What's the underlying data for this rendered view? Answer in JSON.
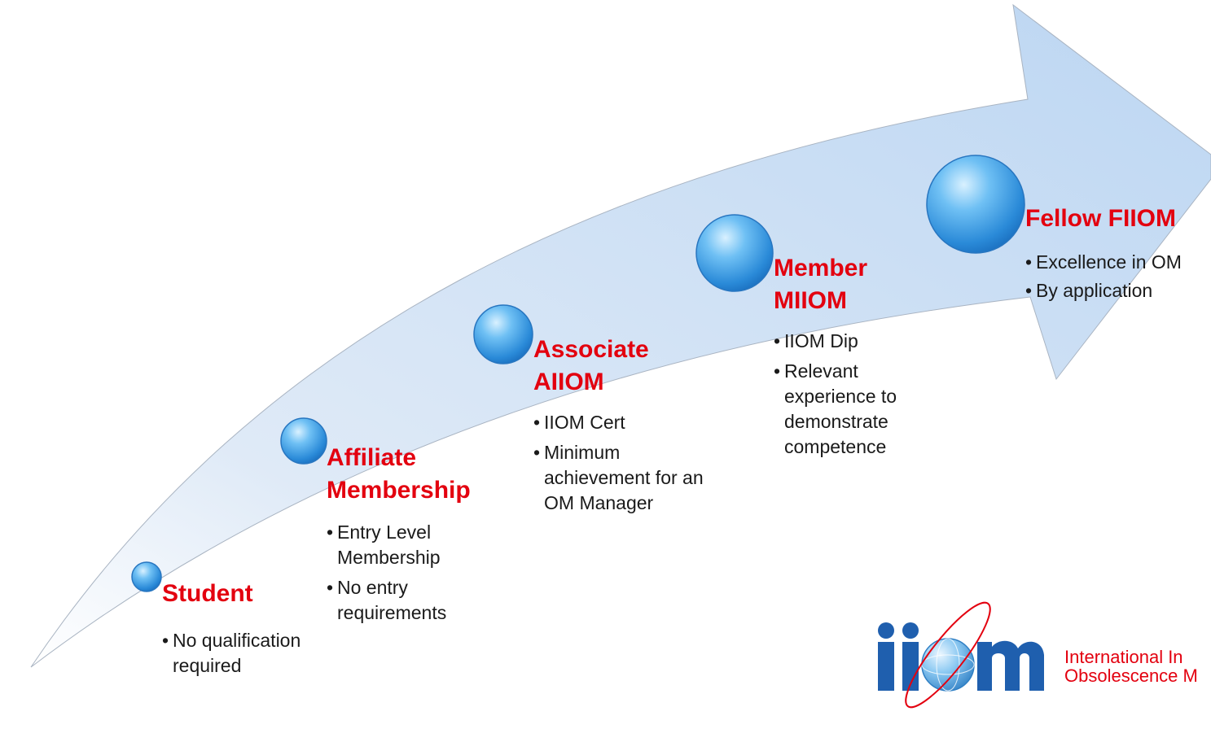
{
  "stages": [
    {
      "title": "Student",
      "bullets": [
        "No qualification required"
      ]
    },
    {
      "title": "Affiliate Membership",
      "bullets": [
        "Entry Level Membership",
        "No entry requirements"
      ]
    },
    {
      "title": "Associate AIIOM",
      "bullets": [
        "IIOM Cert",
        "Minimum achievement for an OM Manager"
      ]
    },
    {
      "title": "Member MIIOM",
      "bullets": [
        "IIOM Dip",
        "Relevant experience to demonstrate competence"
      ]
    },
    {
      "title": "Fellow FIIOM",
      "bullets": [
        "Excellence in OM",
        "By application"
      ]
    }
  ],
  "logo": {
    "mark": "iiom",
    "name_line1": "International In",
    "name_line2": "Obsolescence M"
  },
  "colors": {
    "title": "#e3000f",
    "arrow_fill": "#c9def5",
    "circle": "#3a97e3"
  }
}
